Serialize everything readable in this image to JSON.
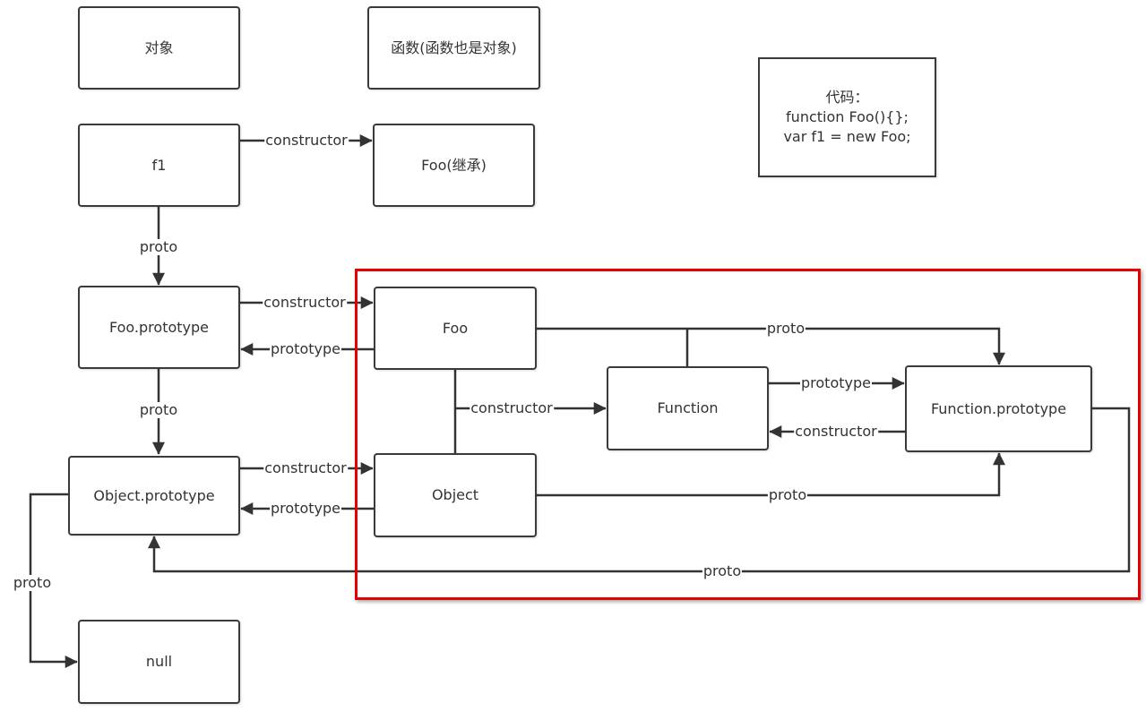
{
  "colors": {
    "line": "#333333",
    "node_border": "#3a3a3a",
    "highlight": "#e60000",
    "background": "#ffffff"
  },
  "nodes": {
    "legend_object": "对象",
    "legend_function": "函数(函数也是对象)",
    "code_note": "代码：\nfunction Foo(){};\nvar  f1  = new Foo;",
    "f1": "f1",
    "foo_inherit": "Foo(继承)",
    "foo_prototype": "Foo.prototype",
    "foo": "Foo",
    "function": "Function",
    "function_prototype": "Function.prototype",
    "object_prototype": "Object.prototype",
    "object": "Object",
    "null": "null"
  },
  "edges": [
    {
      "id": "f1-constructor-fooinherit",
      "from": "f1",
      "to": "foo_inherit",
      "label": "constructor"
    },
    {
      "id": "f1-proto-fooprototype",
      "from": "f1",
      "to": "foo_prototype",
      "label": "proto"
    },
    {
      "id": "fooprototype-constructor-foo",
      "from": "foo_prototype",
      "to": "foo",
      "label": "constructor"
    },
    {
      "id": "foo-prototype-fooprototype",
      "from": "foo",
      "to": "foo_prototype",
      "label": "prototype"
    },
    {
      "id": "fooprototype-proto-objectprototype",
      "from": "foo_prototype",
      "to": "object_prototype",
      "label": "proto"
    },
    {
      "id": "objectprototype-constructor-object",
      "from": "object_prototype",
      "to": "object",
      "label": "constructor"
    },
    {
      "id": "object-prototype-objectprototype",
      "from": "object",
      "to": "object_prototype",
      "label": "prototype"
    },
    {
      "id": "objectprototype-proto-null",
      "from": "object_prototype",
      "to": "null",
      "label": "proto"
    },
    {
      "id": "foo-object-constructor-function",
      "from": "foo+object",
      "to": "function",
      "label": "constructor"
    },
    {
      "id": "foo-function-proto-functionprototype",
      "from": "foo+function",
      "to": "function_prototype",
      "label": "proto"
    },
    {
      "id": "function-prototype-functionprototype",
      "from": "function",
      "to": "function_prototype",
      "label": "prototype"
    },
    {
      "id": "functionprototype-constructor-function",
      "from": "function_prototype",
      "to": "function",
      "label": "constructor"
    },
    {
      "id": "object-proto-functionprototype",
      "from": "object",
      "to": "function_prototype",
      "label": "proto"
    },
    {
      "id": "functionprototype-proto-objectprototype",
      "from": "function_prototype",
      "to": "object_prototype",
      "label": "proto"
    }
  ]
}
